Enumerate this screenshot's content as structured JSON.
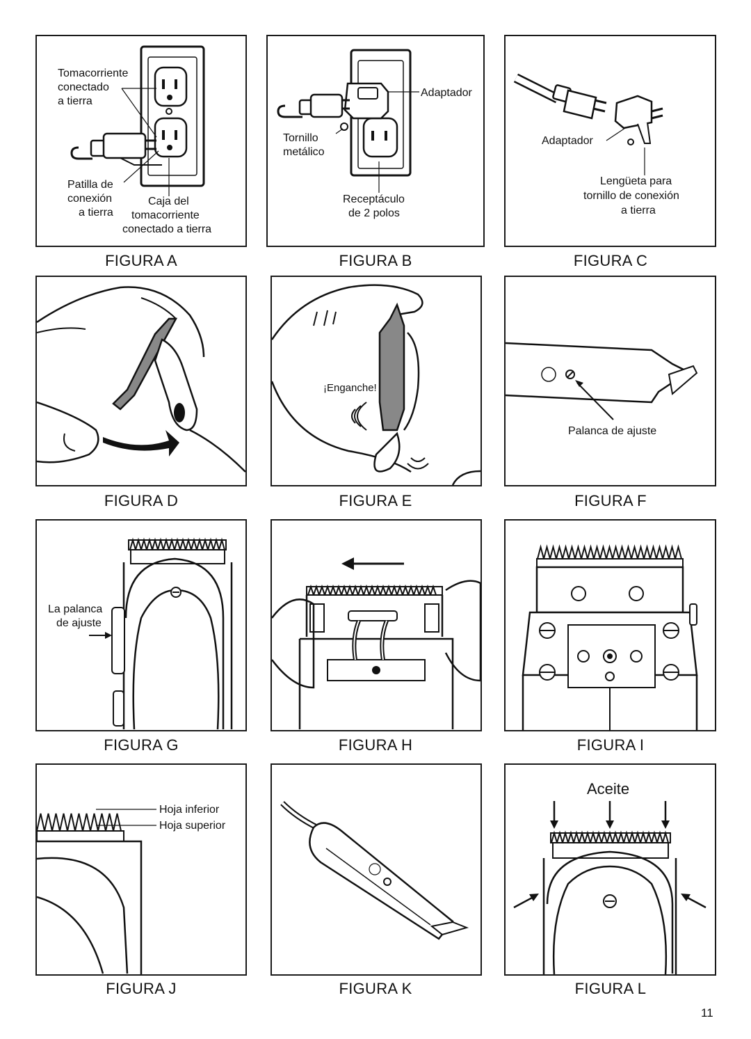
{
  "page_number": "11",
  "figures": [
    {
      "caption": "FIGURA A",
      "labels": [
        "Tomacorriente",
        "conectado",
        "a tierra",
        "Patilla de",
        "conexión",
        "a tierra",
        "Caja del",
        "tomacorriente",
        "conectado a tierra"
      ]
    },
    {
      "caption": "FIGURA B",
      "labels": [
        "Adaptador",
        "Tornillo",
        "metálico",
        "Receptáculo",
        "de 2 polos"
      ]
    },
    {
      "caption": "FIGURA C",
      "labels": [
        "Adaptador",
        "Lengüeta para",
        "tornillo de conexión",
        "a tierra"
      ]
    },
    {
      "caption": "FIGURA D",
      "labels": []
    },
    {
      "caption": "FIGURA E",
      "labels": [
        "¡Enganche!"
      ]
    },
    {
      "caption": "FIGURA F",
      "labels": [
        "Palanca de ajuste"
      ]
    },
    {
      "caption": "FIGURA G",
      "labels": [
        "La palanca",
        "de ajuste"
      ]
    },
    {
      "caption": "FIGURA H",
      "labels": []
    },
    {
      "caption": "FIGURA I",
      "labels": []
    },
    {
      "caption": "FIGURA J",
      "labels": [
        "Hoja inferior",
        "Hoja superior"
      ]
    },
    {
      "caption": "FIGURA K",
      "labels": []
    },
    {
      "caption": "FIGURA L",
      "labels": [
        "Aceite"
      ]
    }
  ]
}
